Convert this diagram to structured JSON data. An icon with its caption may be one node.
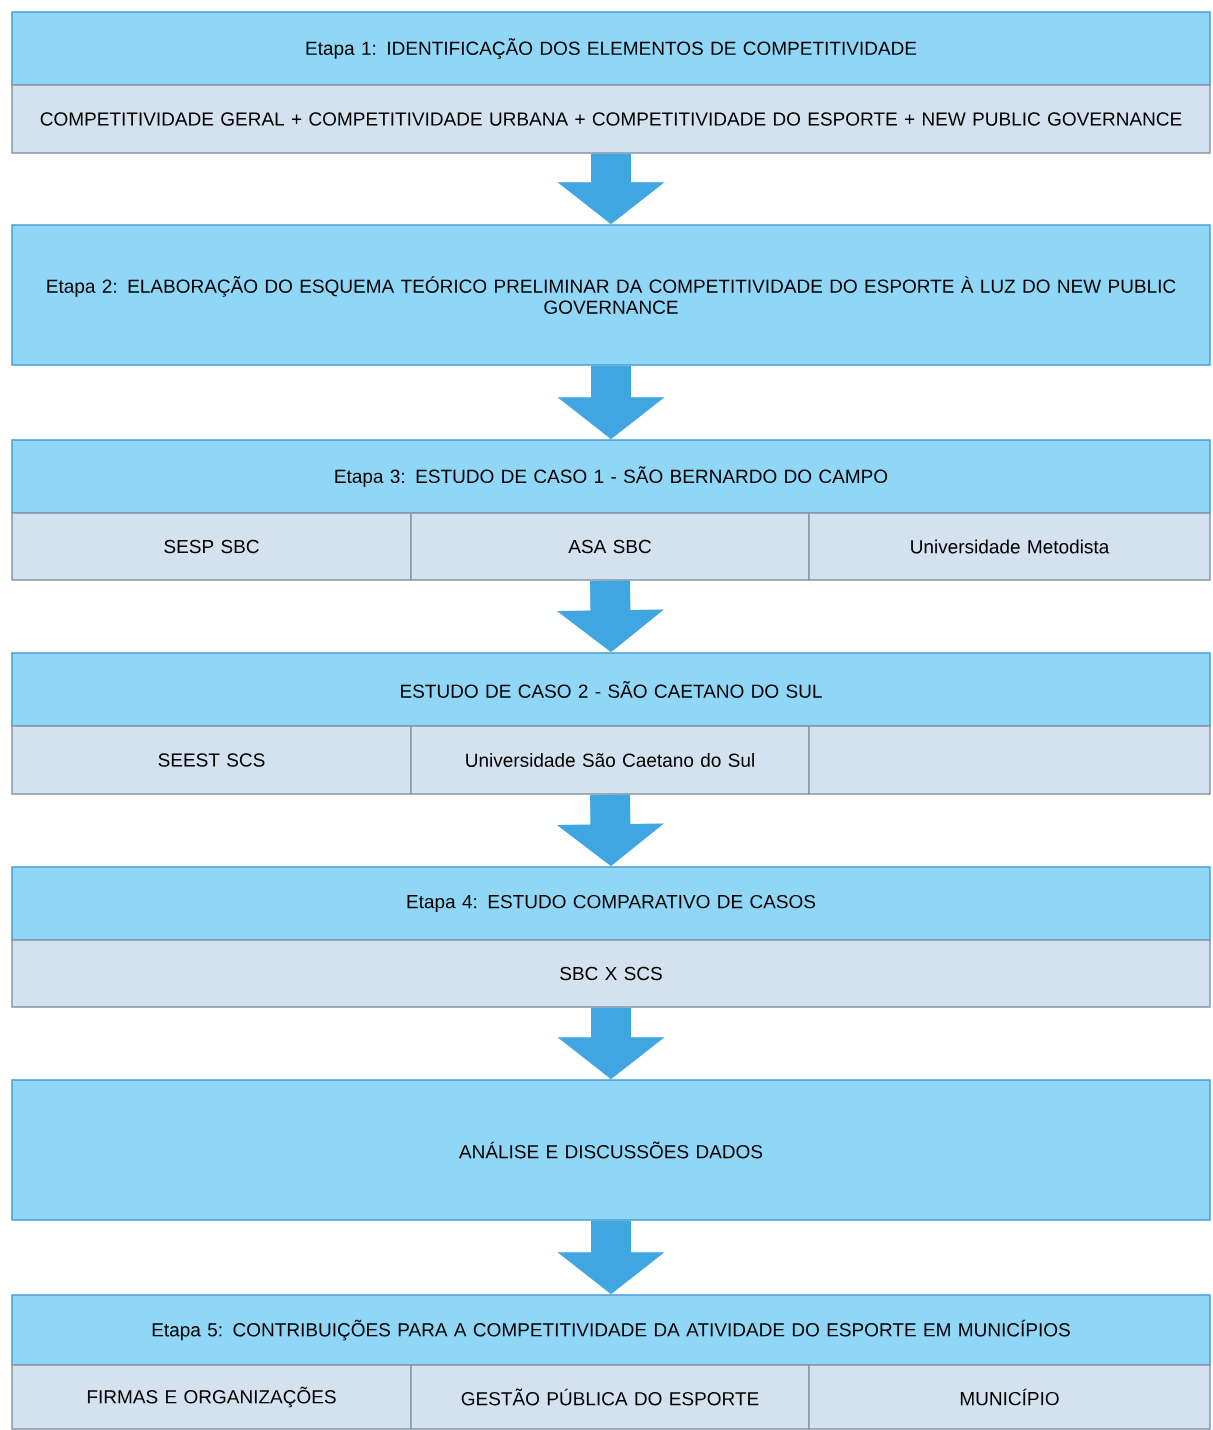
{
  "diagram": {
    "nodes": [
      {
        "text": [
          "Etapa 1: IDENTIFICAÇÃO DOS ELEMENTOS DE COMPETITIVIDADE"
        ]
      },
      {
        "text": [
          "COMPETITIVIDADE GERAL + COMPETITIVIDADE URBANA + COMPETITIVIDADE DO ESPORTE + NEW PUBLIC GOVERNANCE"
        ]
      },
      {
        "text": [
          "Etapa 2: ELABORAÇÃO DO ESQUEMA TEÓRICO PRELIMINAR DA COMPETITIVIDADE DO ESPORTE À LUZ DO NEW PUBLIC GOVERNANCE"
        ]
      },
      {
        "text": [
          "Etapa 3: ESTUDO DE CASO 1 - SÃO BERNARDO DO CAMPO"
        ]
      },
      {
        "text": [
          "SESP SBC"
        ]
      },
      {
        "text": [
          "ASA SBC"
        ]
      },
      {
        "text": [
          "Universidade Metodista"
        ]
      },
      {
        "text": [
          "ESTUDO DE CASO 2 - SÃO CAETANO DO SUL"
        ]
      },
      {
        "text": [
          "SEEST SCS"
        ]
      },
      {
        "text": [
          "Universidade São Caetano do Sul"
        ]
      },
      {
        "text": [],
        "shape": "box"
      },
      {
        "text": [
          "Etapa 4: ESTUDO COMPARATIVO DE CASOS"
        ]
      },
      {
        "text": [
          "SBC X SCS"
        ]
      },
      {
        "text": [
          "ANÁLISE E DISCUSSÕES DADOS"
        ]
      },
      {
        "text": [
          "Etapa 5: CONTRIBUIÇÕES PARA A COMPETITIVIDADE DA ATIVIDADE DO ESPORTE EM MUNICÍPIOS"
        ]
      },
      {
        "text": [
          "FIRMAS E ORGANIZAÇÕES"
        ]
      },
      {
        "text": [
          "GESTÃO PÚBLICA DO ESPORTE"
        ]
      },
      {
        "text": [
          "MUNICÍPIO"
        ]
      }
    ],
    "edges": [
      {
        "from": 1,
        "to": 2,
        "arrow": "to"
      },
      {
        "from": 2,
        "to": 3,
        "arrow": "to"
      },
      {
        "from": 5,
        "to": 7,
        "arrow": "to"
      },
      {
        "from": 9,
        "to": 11,
        "arrow": "to"
      },
      {
        "from": 12,
        "to": 13,
        "arrow": "to"
      },
      {
        "from": 13,
        "to": 14,
        "arrow": "to"
      }
    ]
  }
}
